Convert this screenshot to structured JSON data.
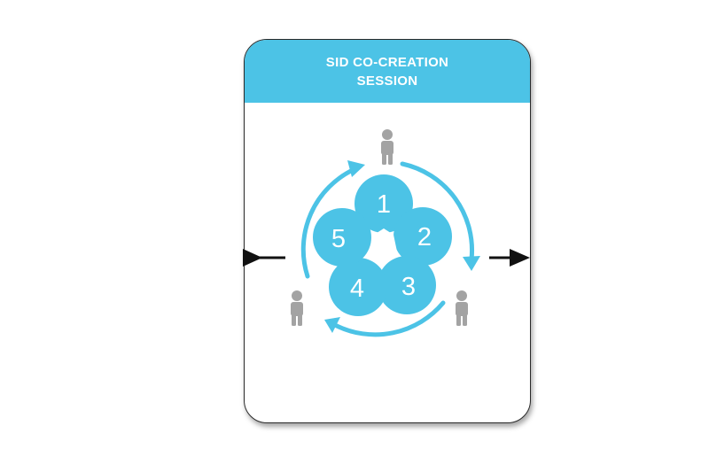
{
  "card": {
    "title_line1": "SID CO-CREATION",
    "title_line2": "SESSION"
  },
  "steps": [
    "1",
    "2",
    "3",
    "4",
    "5"
  ],
  "colors": {
    "accent": "#4cc3e6",
    "person": "#a3a3a3",
    "arrow": "#111111",
    "border": "#2a2a2a"
  },
  "icons": [
    "person-icon",
    "arrow-right-icon",
    "cycle-arrow-icon"
  ]
}
